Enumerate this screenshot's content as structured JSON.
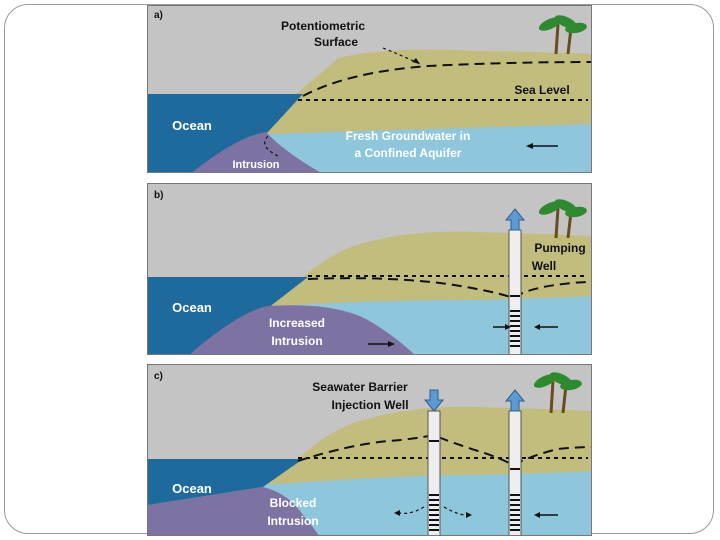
{
  "panels": [
    {
      "letter": "a)",
      "labels": {
        "surface_1": "Potentiometric",
        "surface_2": "Surface",
        "sea_level": "Sea Level",
        "ocean": "Ocean",
        "fresh_1": "Fresh Groundwater in",
        "fresh_2": "a Confined Aquifer",
        "intrusion": "Intrusion"
      }
    },
    {
      "letter": "b)",
      "labels": {
        "well_1": "Pumping",
        "well_2": "Well",
        "ocean": "Ocean",
        "intrusion_1": "Increased",
        "intrusion_2": "Intrusion"
      }
    },
    {
      "letter": "c)",
      "labels": {
        "barrier_1": "Seawater Barrier",
        "barrier_2": "Injection Well",
        "ocean": "Ocean",
        "intrusion_1": "Blocked",
        "intrusion_2": "Intrusion"
      }
    }
  ],
  "colors": {
    "sky": "#c4c4c4",
    "land": "#c3bd7d",
    "ocean": "#1f6a9c",
    "aquifer": "#8ec6dc",
    "intrusion": "#7e72a3",
    "well": "#eeeeee",
    "arrow": "#5b9bd5",
    "palm": "#2d8a2d"
  }
}
